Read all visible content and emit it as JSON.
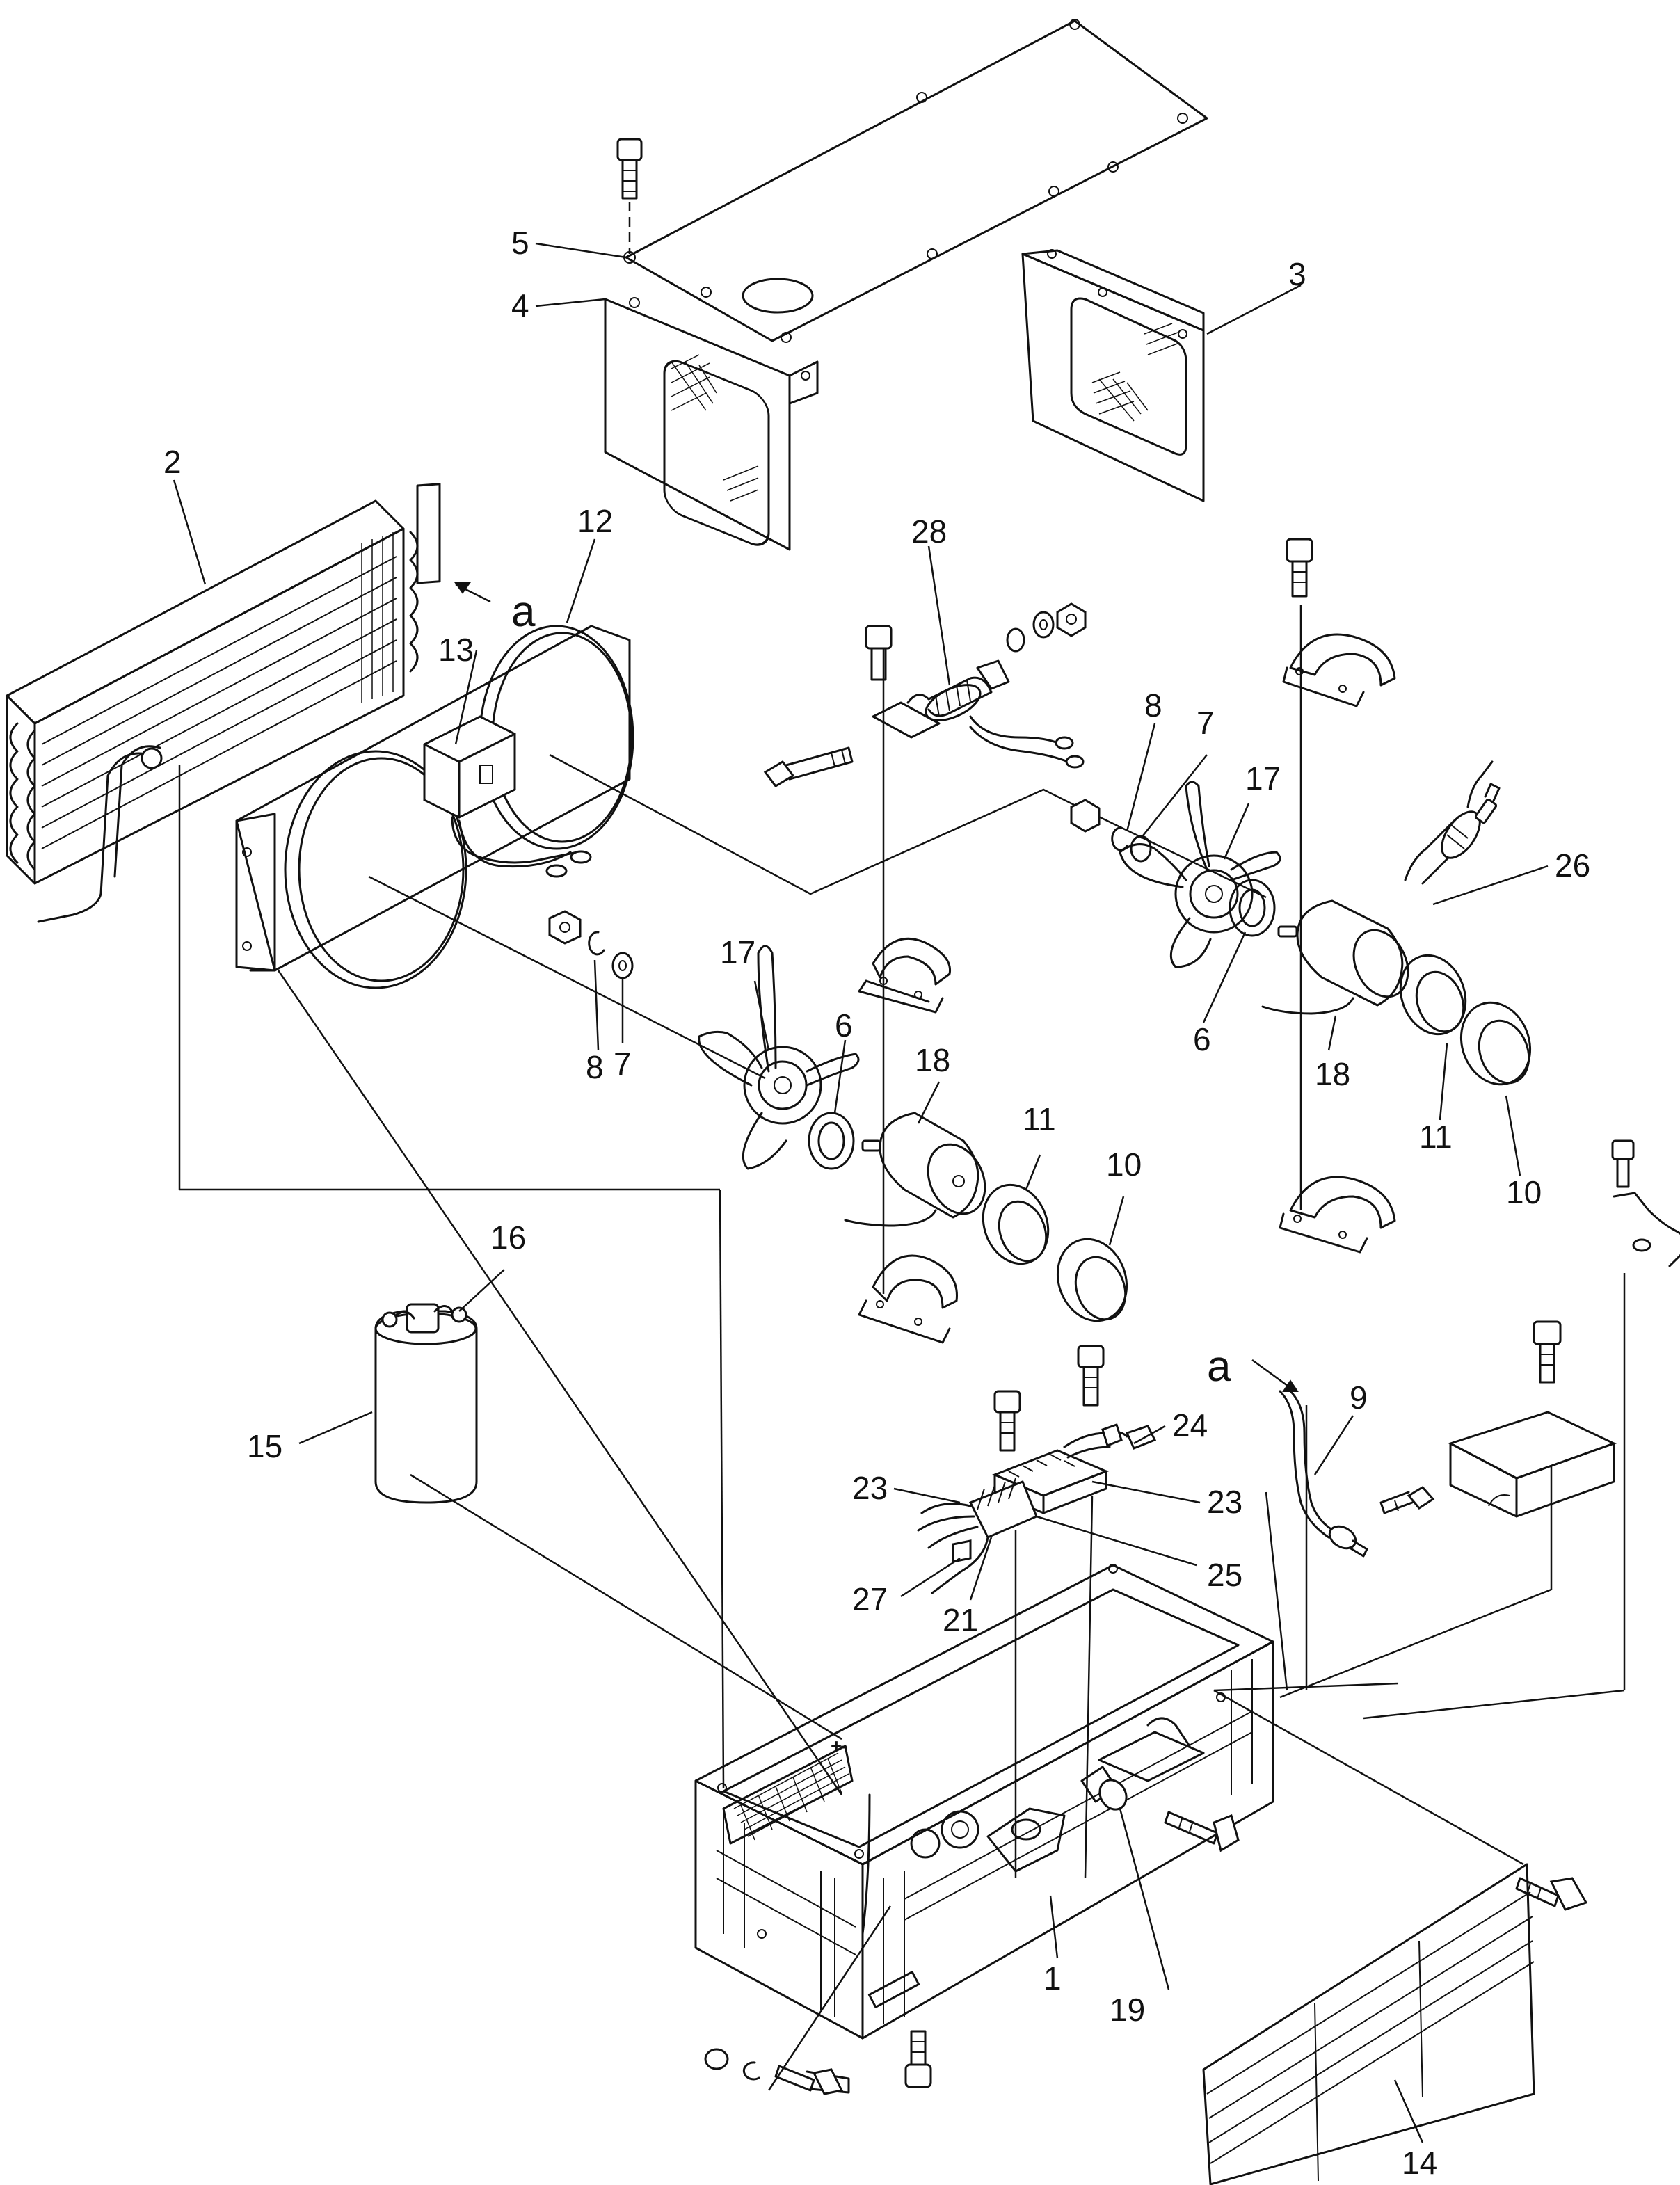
{
  "diagram": {
    "callouts": [
      {
        "id": "c1",
        "label": "1"
      },
      {
        "id": "c2",
        "label": "2"
      },
      {
        "id": "c3",
        "label": "3"
      },
      {
        "id": "c4",
        "label": "4"
      },
      {
        "id": "c5",
        "label": "5"
      },
      {
        "id": "c6a",
        "label": "6"
      },
      {
        "id": "c6b",
        "label": "6"
      },
      {
        "id": "c7a",
        "label": "7"
      },
      {
        "id": "c7b",
        "label": "7"
      },
      {
        "id": "c8a",
        "label": "8"
      },
      {
        "id": "c8b",
        "label": "8"
      },
      {
        "id": "c9",
        "label": "9"
      },
      {
        "id": "c10a",
        "label": "10"
      },
      {
        "id": "c10b",
        "label": "10"
      },
      {
        "id": "c11a",
        "label": "11"
      },
      {
        "id": "c11b",
        "label": "11"
      },
      {
        "id": "c12",
        "label": "12"
      },
      {
        "id": "c13",
        "label": "13"
      },
      {
        "id": "c14",
        "label": "14"
      },
      {
        "id": "c15",
        "label": "15"
      },
      {
        "id": "c16",
        "label": "16"
      },
      {
        "id": "c17a",
        "label": "17"
      },
      {
        "id": "c17b",
        "label": "17"
      },
      {
        "id": "c18a",
        "label": "18"
      },
      {
        "id": "c18b",
        "label": "18"
      },
      {
        "id": "c19",
        "label": "19"
      },
      {
        "id": "c21",
        "label": "21"
      },
      {
        "id": "c23a",
        "label": "23"
      },
      {
        "id": "c23b",
        "label": "23"
      },
      {
        "id": "c24",
        "label": "24"
      },
      {
        "id": "c25",
        "label": "25"
      },
      {
        "id": "c26",
        "label": "26"
      },
      {
        "id": "c27",
        "label": "27"
      },
      {
        "id": "c28",
        "label": "28"
      }
    ],
    "refs": [
      {
        "id": "ra1",
        "label": "a"
      },
      {
        "id": "ra2",
        "label": "a"
      }
    ]
  }
}
